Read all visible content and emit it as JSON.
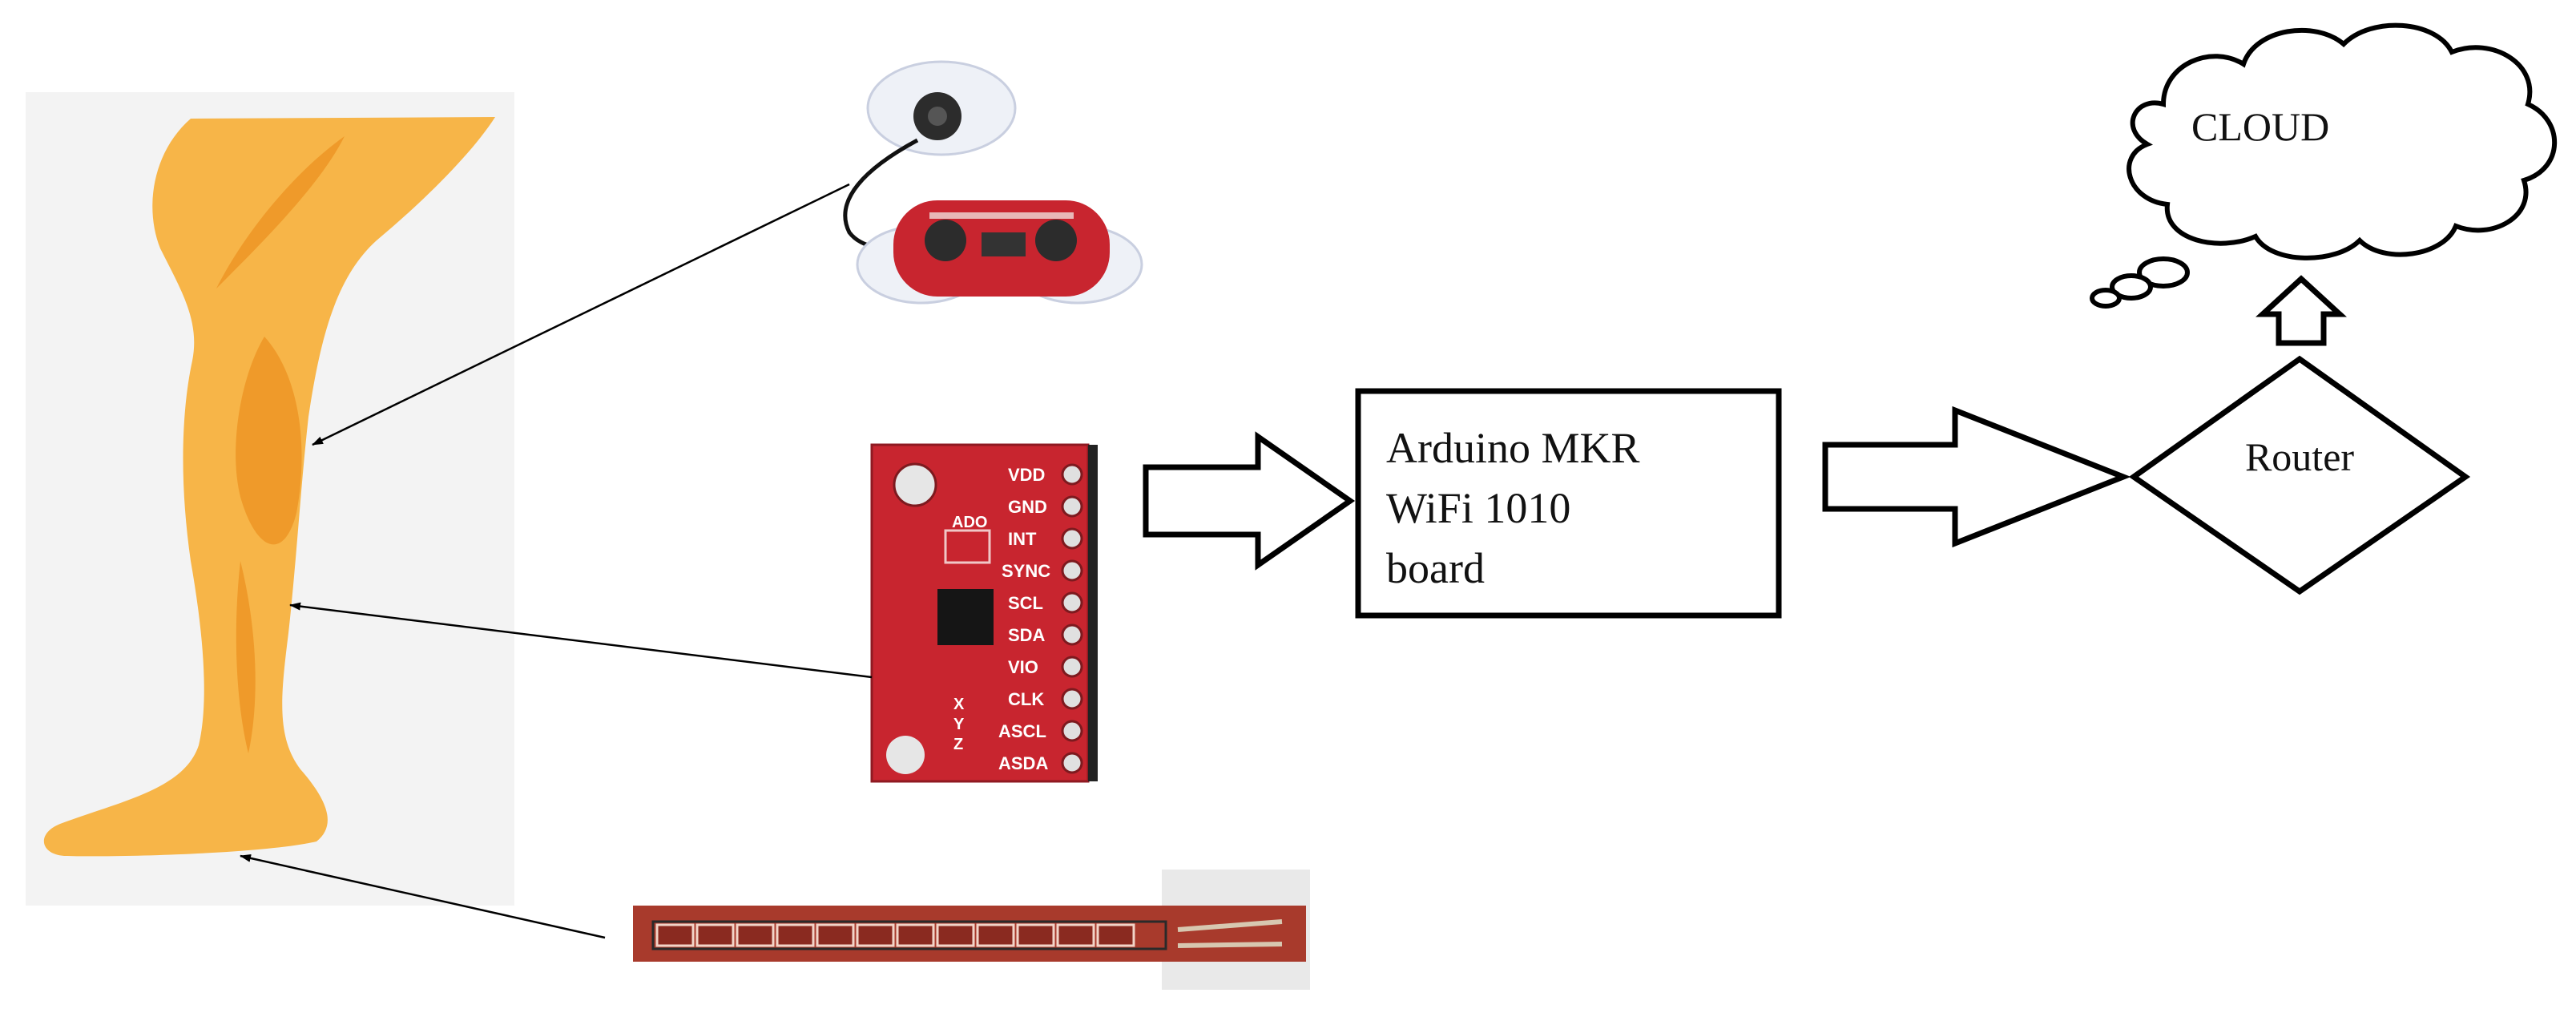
{
  "nodes": {
    "cloud": {
      "label": "CLOUD"
    },
    "router": {
      "label": "Router"
    },
    "arduino": {
      "lines": [
        "Arduino MKR",
        "WiFi 1010",
        "board"
      ]
    },
    "imu": {
      "chip_label": "ADO",
      "pins": [
        "VDD",
        "GND",
        "INT",
        "SYNC",
        "SCL",
        "SDA",
        "VIO",
        "CLK",
        "ASCL",
        "ASDA"
      ],
      "axes": [
        "X",
        "Y",
        "Z"
      ]
    }
  },
  "colors": {
    "leg": "#f7b548",
    "leg_shade": "#ef9a2a",
    "board_red": "#c8252f",
    "flex_strip": "#a83a2c",
    "outline": "#000000"
  }
}
